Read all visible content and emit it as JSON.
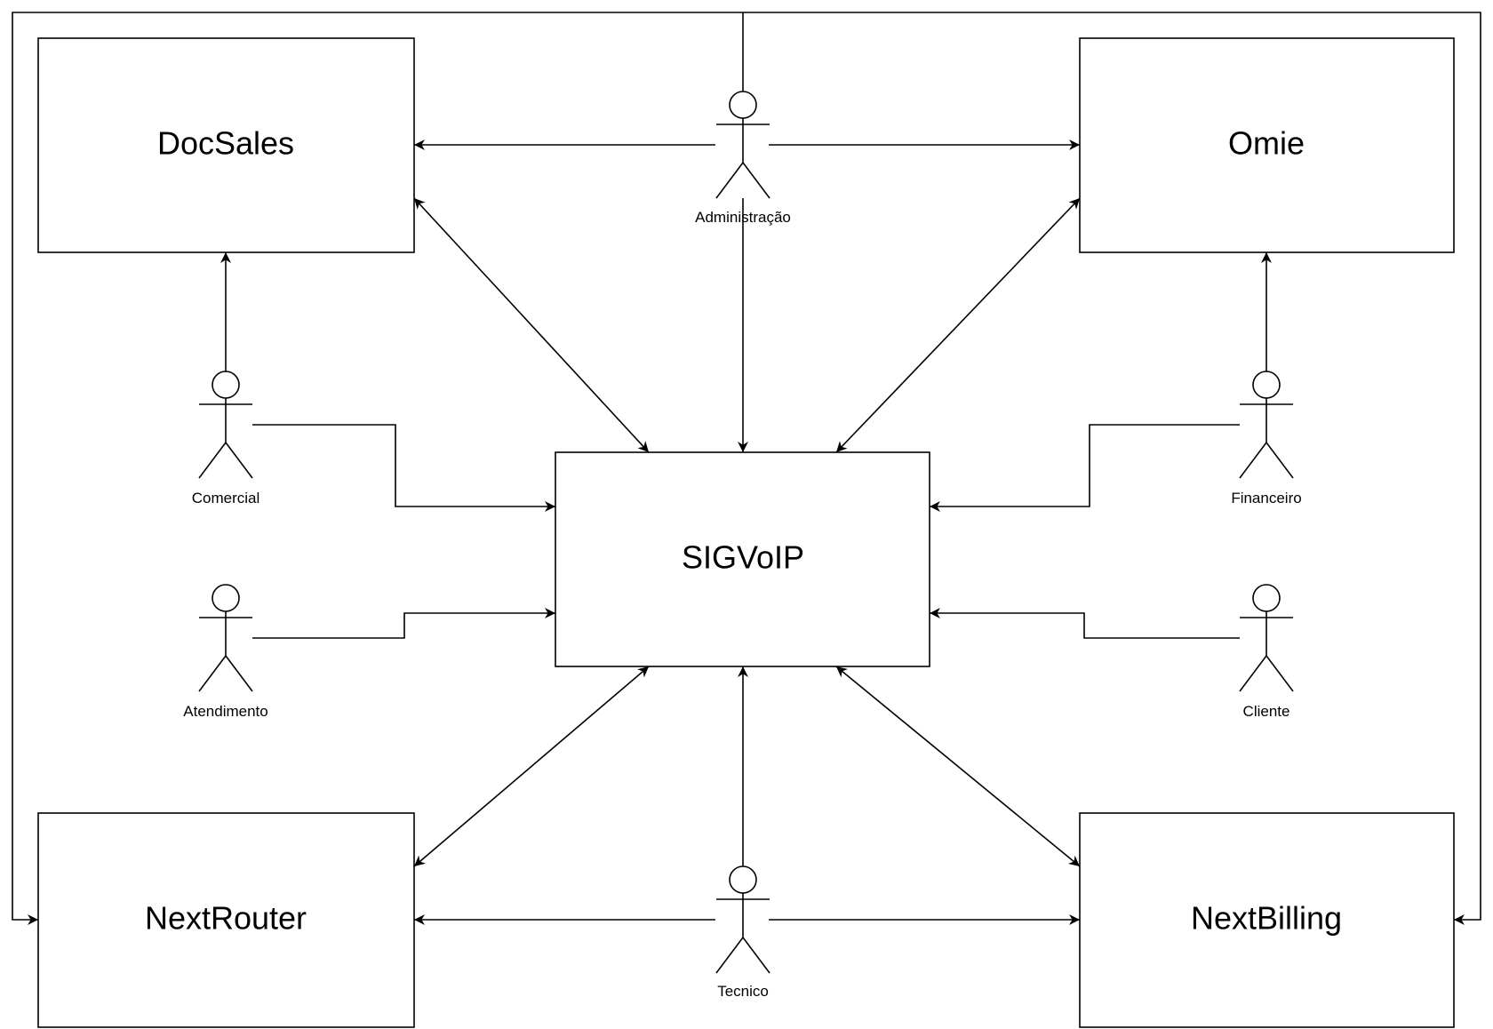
{
  "systems": {
    "docsales": "DocSales",
    "omie": "Omie",
    "sigvoip": "SIGVoIP",
    "nextrouter": "NextRouter",
    "nextbilling": "NextBilling"
  },
  "actors": {
    "administracao": "Administração",
    "comercial": "Comercial",
    "financeiro": "Financeiro",
    "atendimento": "Atendimento",
    "cliente": "Cliente",
    "tecnico": "Tecnico"
  },
  "colors": {
    "stroke": "#000000",
    "background": "#ffffff"
  }
}
